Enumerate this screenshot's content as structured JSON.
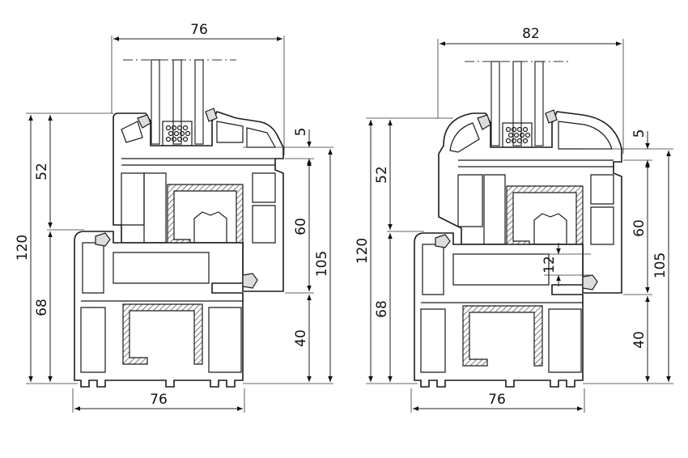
{
  "profiles": [
    {
      "id": "left",
      "top_width": "76",
      "bottom_width": "76",
      "left_dims": {
        "total": "120",
        "upper": "52",
        "lower": "68"
      },
      "right_dims": {
        "glass_offset": "5",
        "sash": "60",
        "total": "105",
        "frame": "40"
      },
      "extra_dims": {}
    },
    {
      "id": "right",
      "top_width": "82",
      "bottom_width": "76",
      "left_dims": {
        "total": "120",
        "upper": "52",
        "lower": "68"
      },
      "right_dims": {
        "glass_offset": "5",
        "sash": "60",
        "total": "105",
        "frame": "40"
      },
      "extra_dims": {
        "overlap": "12"
      }
    }
  ],
  "units": "",
  "line_color": "#1a1a1a",
  "background": "#ffffff"
}
